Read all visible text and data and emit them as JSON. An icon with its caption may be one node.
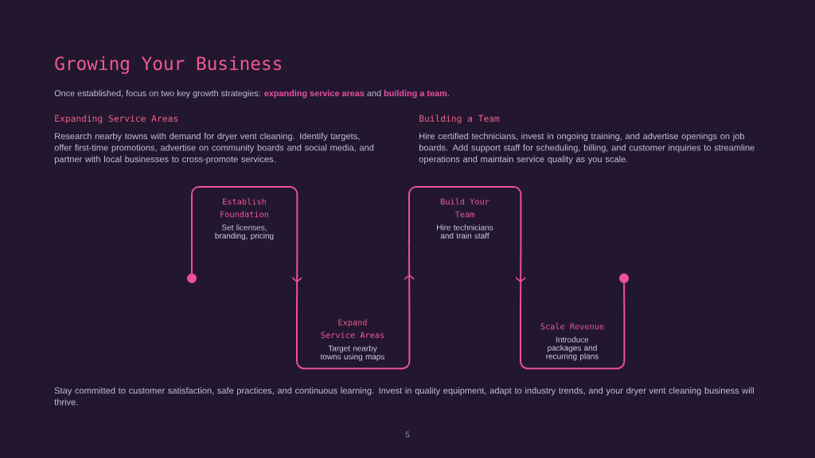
{
  "diagram": {
    "title": "Growing Your Business",
    "nodes": [
      {
        "text": [],
        "shape": "circle"
      },
      {
        "text": [
          "Establish Foundation",
          "Set licenses, branding, pricing"
        ]
      },
      {
        "text": [
          "Expand Service Areas",
          "Target nearby towns using maps"
        ]
      },
      {
        "text": [
          "Build Your Team",
          "Hire technicians and train staff"
        ]
      },
      {
        "text": [
          "Scale Revenue",
          "Introduce packages and recurring plans"
        ]
      },
      {
        "text": [],
        "shape": "circle"
      }
    ],
    "edges": [
      {
        "from": 0,
        "to": 1,
        "arrow": "none"
      },
      {
        "from": 1,
        "to": 2,
        "arrow": "to"
      },
      {
        "from": 2,
        "to": 3,
        "arrow": "to"
      },
      {
        "from": 3,
        "to": 4,
        "arrow": "to"
      },
      {
        "from": 4,
        "to": 5,
        "arrow": "none"
      }
    ],
    "labels": [
      "Once established, focus on two key growth strategies: **expanding service areas** and **building a team**.",
      "Expanding Service Areas",
      "Research nearby towns with demand for dryer vent cleaning. Identify targets, offer first-time promotions, advertise on community boards and social media, and partner with local businesses to cross-promote services.",
      "Building a Team",
      "Hire certified technicians, invest in ongoing training, and advertise openings on job boards. Add support staff for scheduling, billing, and customer inquiries to streamline operations and maintain service quality as you scale.",
      "Stay committed to customer satisfaction, safe practices, and continuous learning. Invest in quality equipment, adapt to industry trends, and your dryer vent cleaning business will thrive.",
      "5"
    ]
  }
}
